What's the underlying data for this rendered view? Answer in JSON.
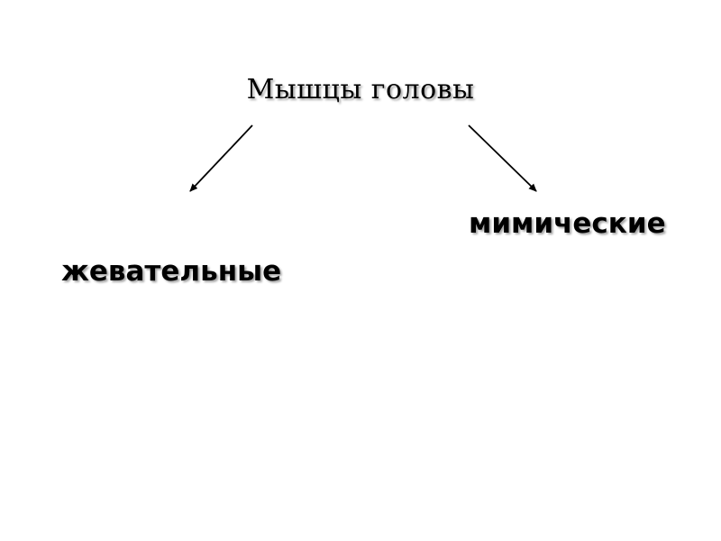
{
  "diagram": {
    "root": {
      "text": "Мышцы головы"
    },
    "branches": [
      {
        "id": "left",
        "text": "жевательные"
      },
      {
        "id": "right",
        "text": "мимические"
      }
    ],
    "colors": {
      "text": "#000000",
      "arrow": "#000000",
      "background": "#ffffff"
    }
  }
}
